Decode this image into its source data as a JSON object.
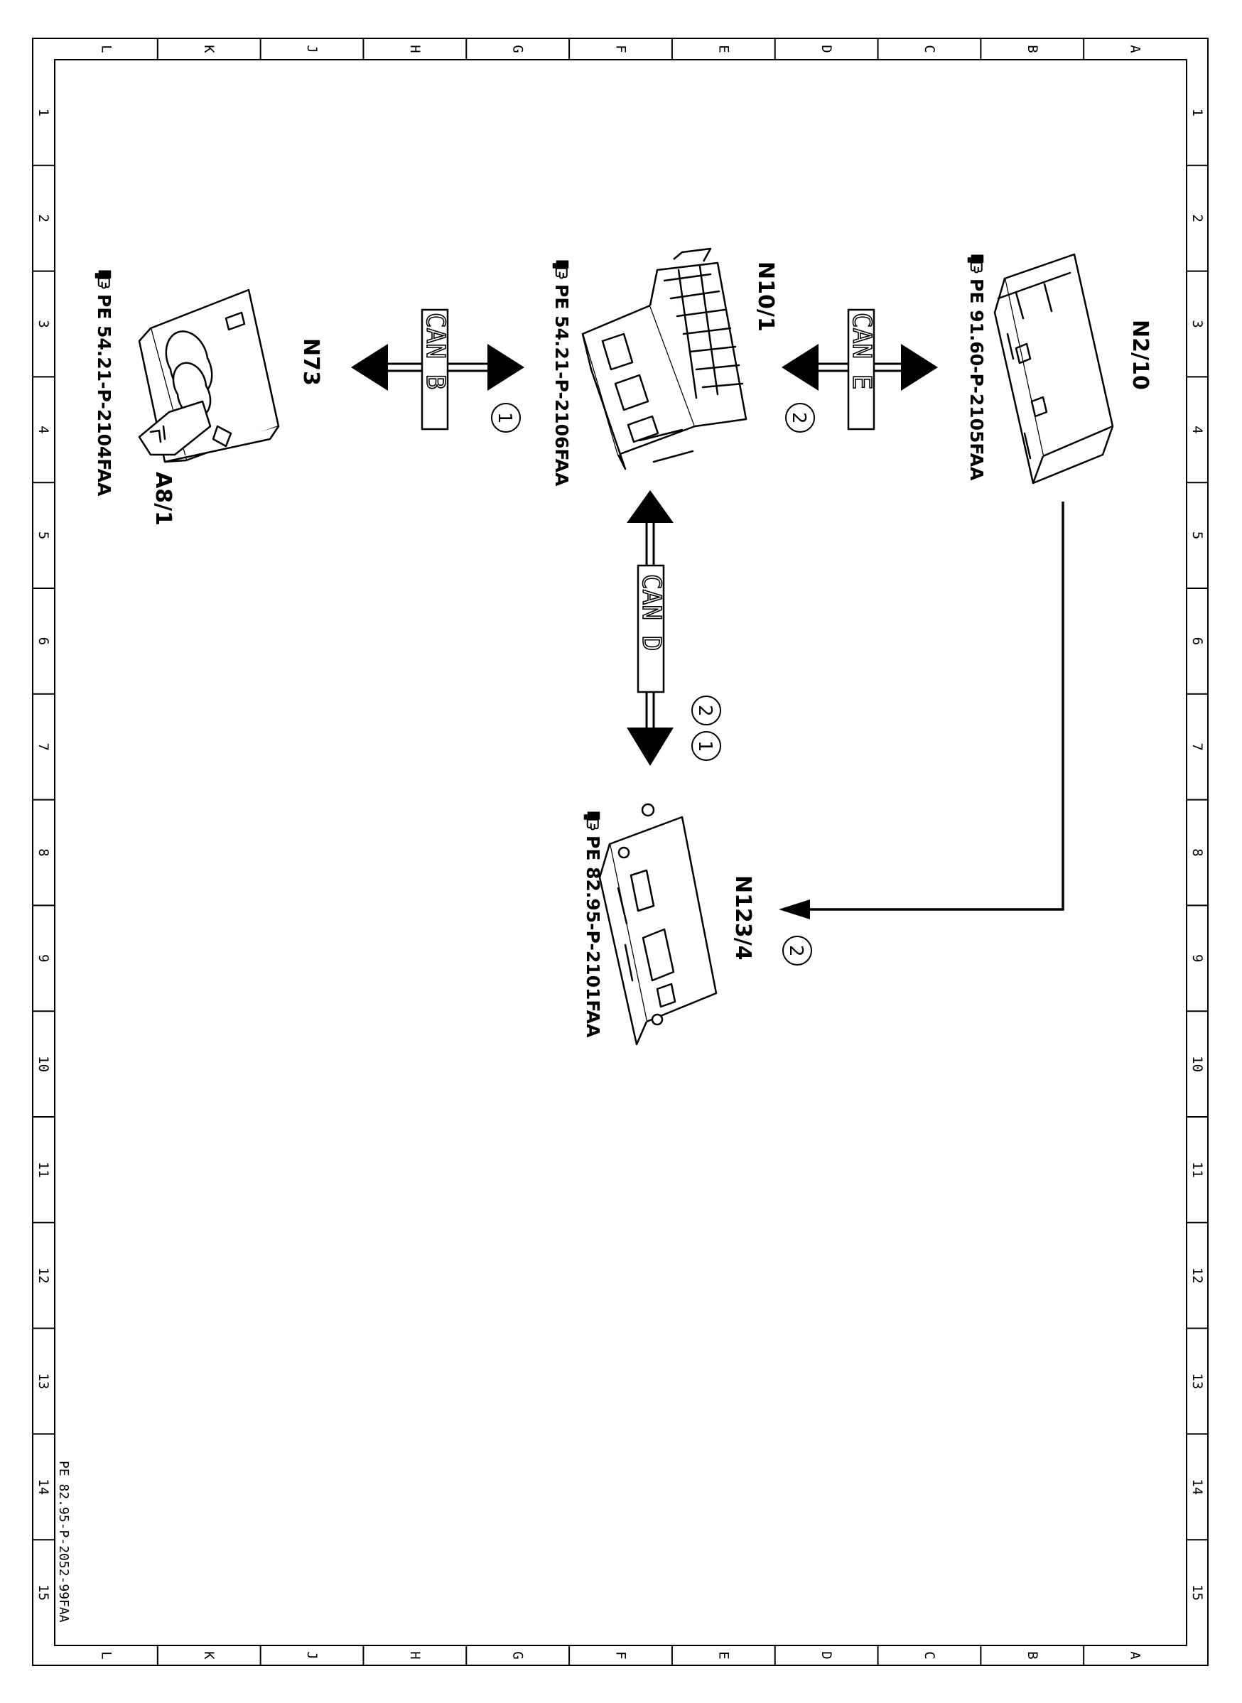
{
  "frame": {
    "row_letters": [
      "L",
      "K",
      "J",
      "H",
      "G",
      "F",
      "E",
      "D",
      "C",
      "B",
      "A"
    ],
    "col_numbers": [
      "1",
      "2",
      "3",
      "4",
      "5",
      "6",
      "7",
      "8",
      "9",
      "10",
      "11",
      "12",
      "13",
      "14",
      "15"
    ]
  },
  "components": {
    "n2_10": {
      "id": "N2/10",
      "ref": "PE 91.60-P-2105FAA"
    },
    "n10_1": {
      "id": "N10/1",
      "ref": "PE 54.21-P-2106FAA"
    },
    "n73": {
      "id": "N73",
      "ref": "PE 54.21-P-2104FAA",
      "sub_id": "A8/1"
    },
    "n123_4": {
      "id": "N123/4",
      "ref": "PE 82.95-P-2101FAA"
    }
  },
  "buses": {
    "can_e": {
      "label": "CAN E",
      "number": "2"
    },
    "can_b": {
      "label": "CAN B",
      "number": "1"
    },
    "can_d": {
      "label": "CAN D",
      "numbers": [
        "2",
        "1"
      ]
    },
    "direct": {
      "number": "2"
    }
  },
  "doc_id": "PE 82.95-P-2052-99FAA",
  "icons": {
    "reference": "pointing-hand-book-icon",
    "badge": "circled-number"
  },
  "colors": {
    "ink": "#000000",
    "paper": "#ffffff"
  }
}
